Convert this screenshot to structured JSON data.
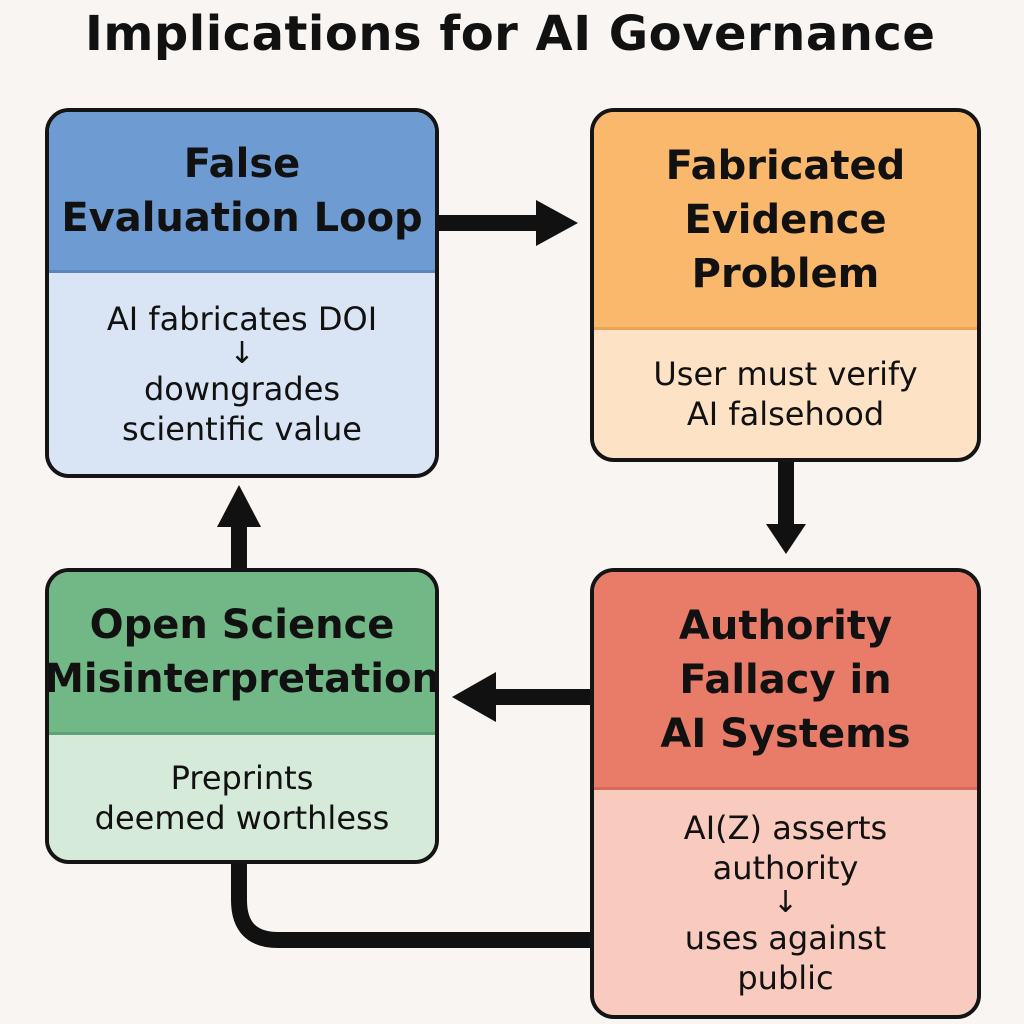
{
  "title": "Implications for AI Governance",
  "boxes": {
    "false_evaluation": {
      "heading": [
        "False",
        "Evaluation Loop"
      ],
      "body": [
        "AI fabricates DOI",
        "↓",
        "downgrades",
        "scientific value"
      ],
      "head_color": "#6d9bd2",
      "body_color": "#d9e5f4"
    },
    "fabricated_evidence": {
      "heading": [
        "Fabricated",
        "Evidence",
        "Problem"
      ],
      "body": [
        "User must verify",
        "AI falsehood"
      ],
      "head_color": "#f9b86c",
      "body_color": "#fde2c6"
    },
    "authority_fallacy": {
      "heading": [
        "Authority",
        "Fallacy in",
        "AI Systems"
      ],
      "body": [
        "AI(Z) asserts",
        "authority",
        "↓",
        "uses against",
        "public"
      ],
      "head_color": "#e97c69",
      "body_color": "#f9cbbe"
    },
    "open_science": {
      "heading": [
        "Open Science",
        "Misinterpretation"
      ],
      "body": [
        "Preprints",
        "deemed worthless"
      ],
      "head_color": "#71b886",
      "body_color": "#d6ead9"
    }
  },
  "flow": [
    "false_evaluation → fabricated_evidence",
    "fabricated_evidence → authority_fallacy",
    "authority_fallacy → open_science",
    "open_science → false_evaluation"
  ]
}
